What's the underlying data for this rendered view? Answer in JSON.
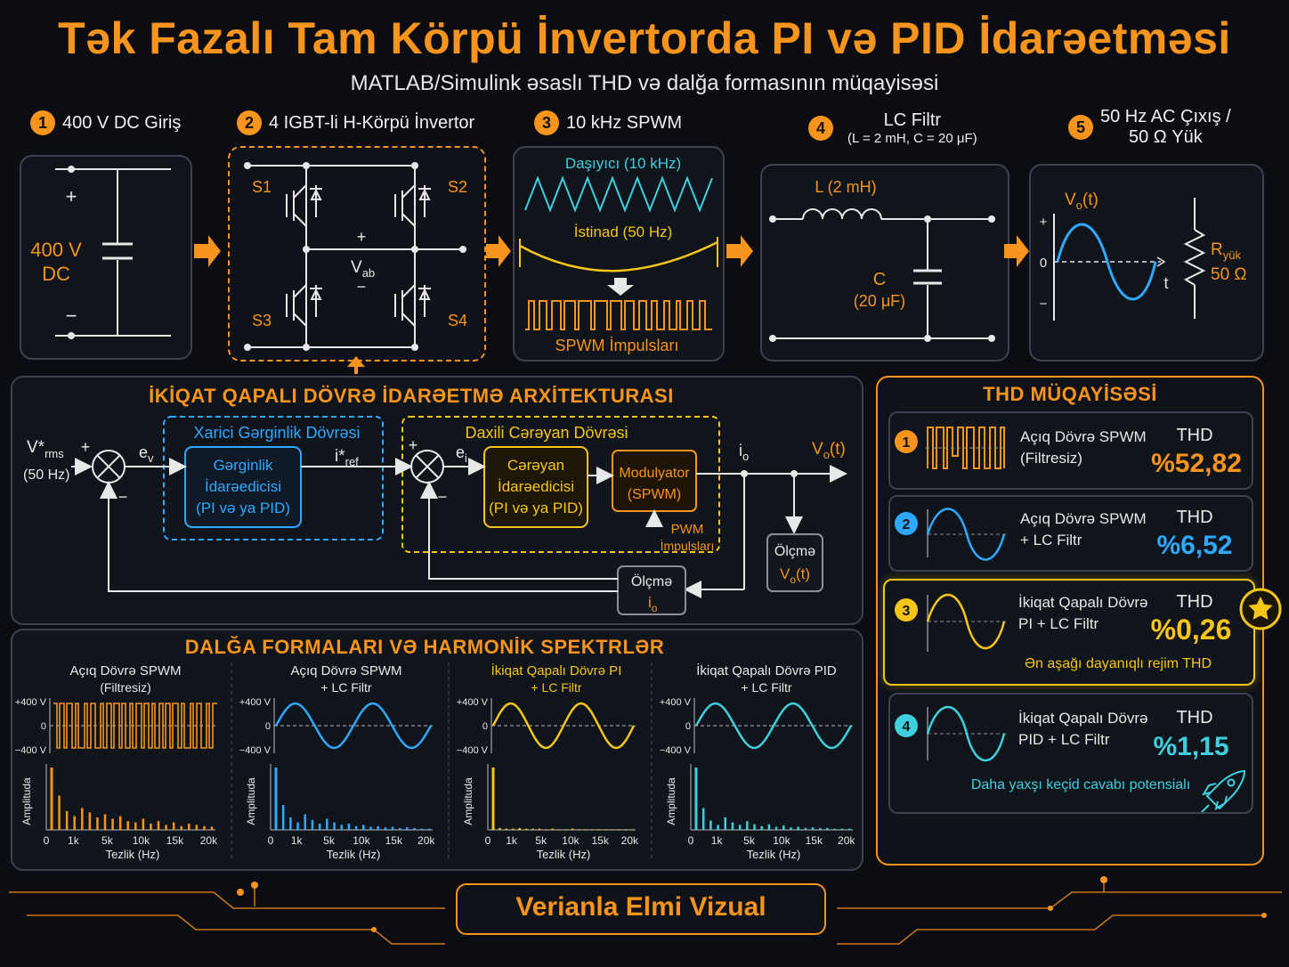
{
  "title": "Tək Fazalı Tam Körpü İnvertorda PI və PID İdarəetməsi",
  "subtitle": "MATLAB/Simulink əsaslı THD və dalğa formasının müqayisəsi",
  "steps": [
    {
      "num": "1",
      "label": "400 V DC Giriş"
    },
    {
      "num": "2",
      "label": "4 IGBT-li H-Körpü İnvertor"
    },
    {
      "num": "3",
      "label": "10 kHz SPWM"
    },
    {
      "num": "4",
      "label": "LC Filtr",
      "sub": "(L = 2 mH, C = 20 μF)"
    },
    {
      "num": "5",
      "label": "50 Hz AC Çıxış /",
      "label2": "50 Ω Yük"
    }
  ],
  "dc_source": {
    "plus": "+",
    "minus": "−",
    "value": "400 V",
    "unit": "DC"
  },
  "hbridge": {
    "s1": "S1",
    "s2": "S2",
    "s3": "S3",
    "s4": "S4",
    "plus": "+",
    "minus": "−",
    "vab": "V",
    "vab_sub": "ab"
  },
  "spwm": {
    "carrier": "Daşıyıcı (10 kHz)",
    "reference": "İstinad (50 Hz)",
    "pulses": "SPWM İmpulsları"
  },
  "lc_filter": {
    "l_label": "L (2 mH)",
    "c_label": "C",
    "c_value": "(20 μF)"
  },
  "output": {
    "vo": "V",
    "vo_sub": "o",
    "vo_arg": "(t)",
    "plus": "+",
    "zero": "0",
    "minus": "−",
    "t": "t",
    "r": "R",
    "r_sub": "yük",
    "r_value": "50 Ω"
  },
  "control": {
    "title": "İKİQAT QAPALI DÖVRƏ İDARƏETMƏ ARXİTEKTURASI",
    "vref": "V*",
    "vref_sub": "rms",
    "vref_freq": "(50 Hz)",
    "ev": "e",
    "ev_sub": "v",
    "outer_loop": "Xarici Gərginlik Dövrəsi",
    "voltage_ctrl": [
      "Gərginlik",
      "İdarəedicisi",
      "(PI və ya PID)"
    ],
    "iref": "i*",
    "iref_sub": "ref",
    "inner_loop": "Daxili Cərəyan Dövrəsi",
    "ei": "e",
    "ei_sub": "i",
    "current_ctrl": [
      "Cərəyan",
      "İdarəedicisi",
      "(PI və ya PID)"
    ],
    "modulator": [
      "Modulyator",
      "(SPWM)"
    ],
    "pwm": [
      "PWM",
      "İmpulsları"
    ],
    "io": "i",
    "io_sub": "o",
    "vo": "V",
    "vo_sub": "o",
    "vo_arg": "(t)",
    "meas_v": [
      "Ölçmə",
      "V",
      "o",
      "(t)"
    ],
    "meas_i": [
      "Ölçmə",
      "i",
      "o"
    ],
    "plus": "+",
    "minus": "−"
  },
  "waveforms": {
    "title": "DALĞA FORMALARI VƏ HARMONİK SPEKTRLƏR",
    "y_top": "+400 V",
    "y_zero": "0",
    "y_bottom": "−400 V",
    "amp_label": "Amplituda",
    "x_ticks": [
      "0",
      "1k",
      "5k",
      "10k",
      "15k",
      "20k"
    ],
    "x_label": "Tezlik (Hz)",
    "panels": [
      {
        "title1": "Açıq Dövrə SPWM",
        "title2": "(Filtresiz)",
        "color": "#f7941d",
        "kind": "pwm"
      },
      {
        "title1": "Açıq Dövrə SPWM",
        "title2": "+ LC Filtr",
        "color": "#2fa8ff",
        "kind": "sine"
      },
      {
        "title1": "İkiqat Qapalı Dövrə PI",
        "title2": "+ LC Filtr",
        "color": "#f5c518",
        "kind": "sine"
      },
      {
        "title1": "İkiqat Qapalı Dövrə PID",
        "title2": "+ LC Filtr",
        "color": "#3ed0df",
        "kind": "sine"
      }
    ]
  },
  "thd": {
    "title": "THD MÜQAYİSƏSİ",
    "label": "THD",
    "cards": [
      {
        "num": "1",
        "line1": "Açıq Dövrə SPWM",
        "line2": "(Filtresiz)",
        "value": "%52,82",
        "color": "#f7941d"
      },
      {
        "num": "2",
        "line1": "Açıq Dövrə SPWM",
        "line2": "+ LC Filtr",
        "value": "%6,52",
        "color": "#2fa8ff"
      },
      {
        "num": "3",
        "line1": "İkiqat Qapalı Dövrə",
        "line2": "PI + LC Filtr",
        "value": "%0,26",
        "color": "#f5c518",
        "note": "Ən aşağı dayanıqlı rejim THD"
      },
      {
        "num": "4",
        "line1": "İkiqat Qapalı Dövrə",
        "line2": "PID + LC Filtr",
        "value": "%1,15",
        "color": "#3ed0df",
        "note": "Daha yaxşı keçid cavabı potensialı"
      }
    ]
  },
  "footer": "Verianla Elmi Vizual"
}
